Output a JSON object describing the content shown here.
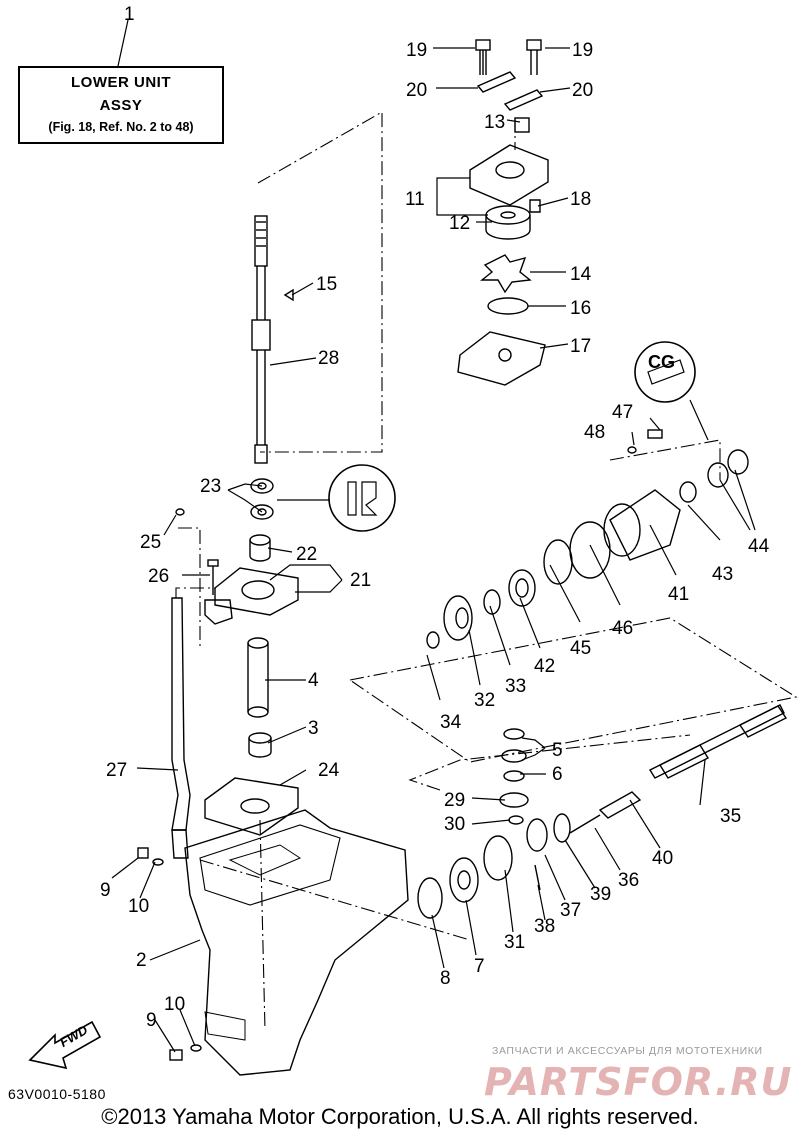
{
  "header_box": {
    "line1": "LOWER UNIT",
    "line2": "ASSY",
    "line3": "(Fig. 18, Ref. No. 2 to 48)"
  },
  "diagram_code": "63V0010-5180",
  "copyright": "©2013 Yamaha Motor Corporation, U.S.A. All rights reserved.",
  "fwd_label": "FWD",
  "watermark": {
    "tagline": "ЗАПЧАСТИ И АКСЕССУАРЫ ДЛЯ МОТОТЕХНИКИ",
    "brand": "PARTSFOR.RU"
  },
  "callouts": {
    "n1": "1",
    "n2": "2",
    "n3": "3",
    "n4": "4",
    "n5": "5",
    "n6": "6",
    "n7": "7",
    "n8": "8",
    "n9a": "9",
    "n9b": "9",
    "n10a": "10",
    "n10b": "10",
    "n11": "11",
    "n12": "12",
    "n13": "13",
    "n14": "14",
    "n15": "15",
    "n16": "16",
    "n17": "17",
    "n18": "18",
    "n19a": "19",
    "n19b": "19",
    "n20a": "20",
    "n20b": "20",
    "n21": "21",
    "n22": "22",
    "n23": "23",
    "n24": "24",
    "n25": "25",
    "n26": "26",
    "n27": "27",
    "n28": "28",
    "n29": "29",
    "n30": "30",
    "n31": "31",
    "n32": "32",
    "n33": "33",
    "n34": "34",
    "n35": "35",
    "n36": "36",
    "n37": "37",
    "n38": "38",
    "n39": "39",
    "n40": "40",
    "n41": "41",
    "n42": "42",
    "n43": "43",
    "n44": "44",
    "n45": "45",
    "n46": "46",
    "n47": "47",
    "n48": "48"
  }
}
